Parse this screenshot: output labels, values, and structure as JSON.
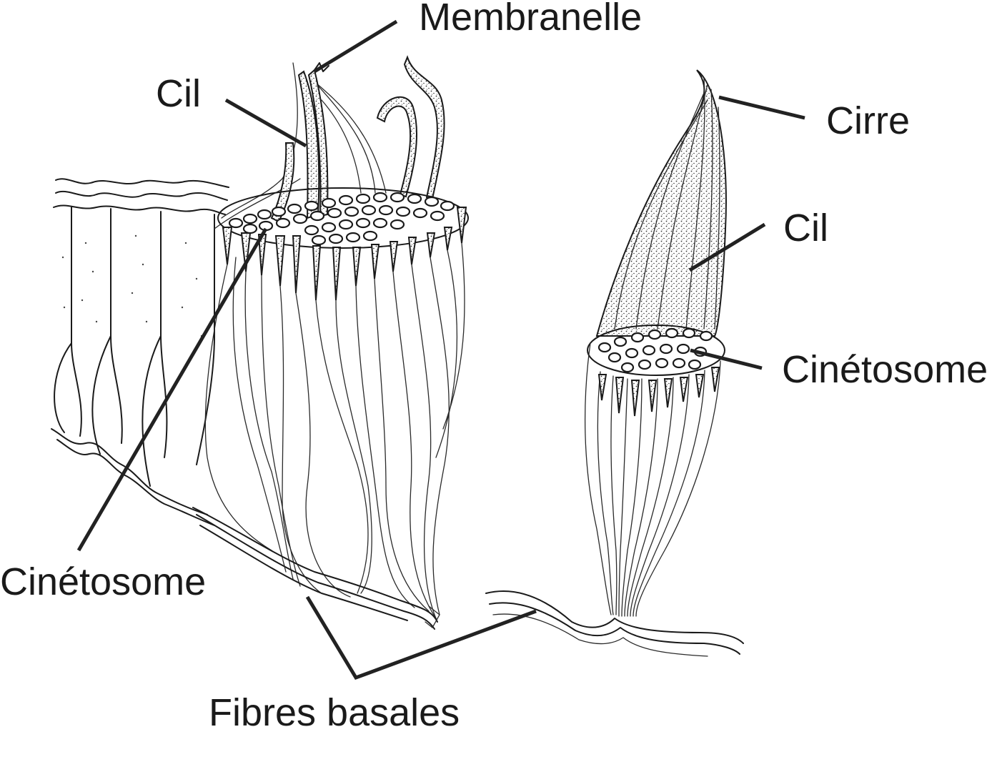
{
  "labels": {
    "membranelle": "Membranelle",
    "cil_left": "Cil",
    "cirre": "Cirre",
    "cil_right": "Cil",
    "cinetosome_right": "Cinétosome",
    "cinetosome_left": "Cinétosome",
    "fibres_basales": "Fibres basales"
  },
  "colors": {
    "ink": "#1a1a1a",
    "background": "#ffffff"
  }
}
